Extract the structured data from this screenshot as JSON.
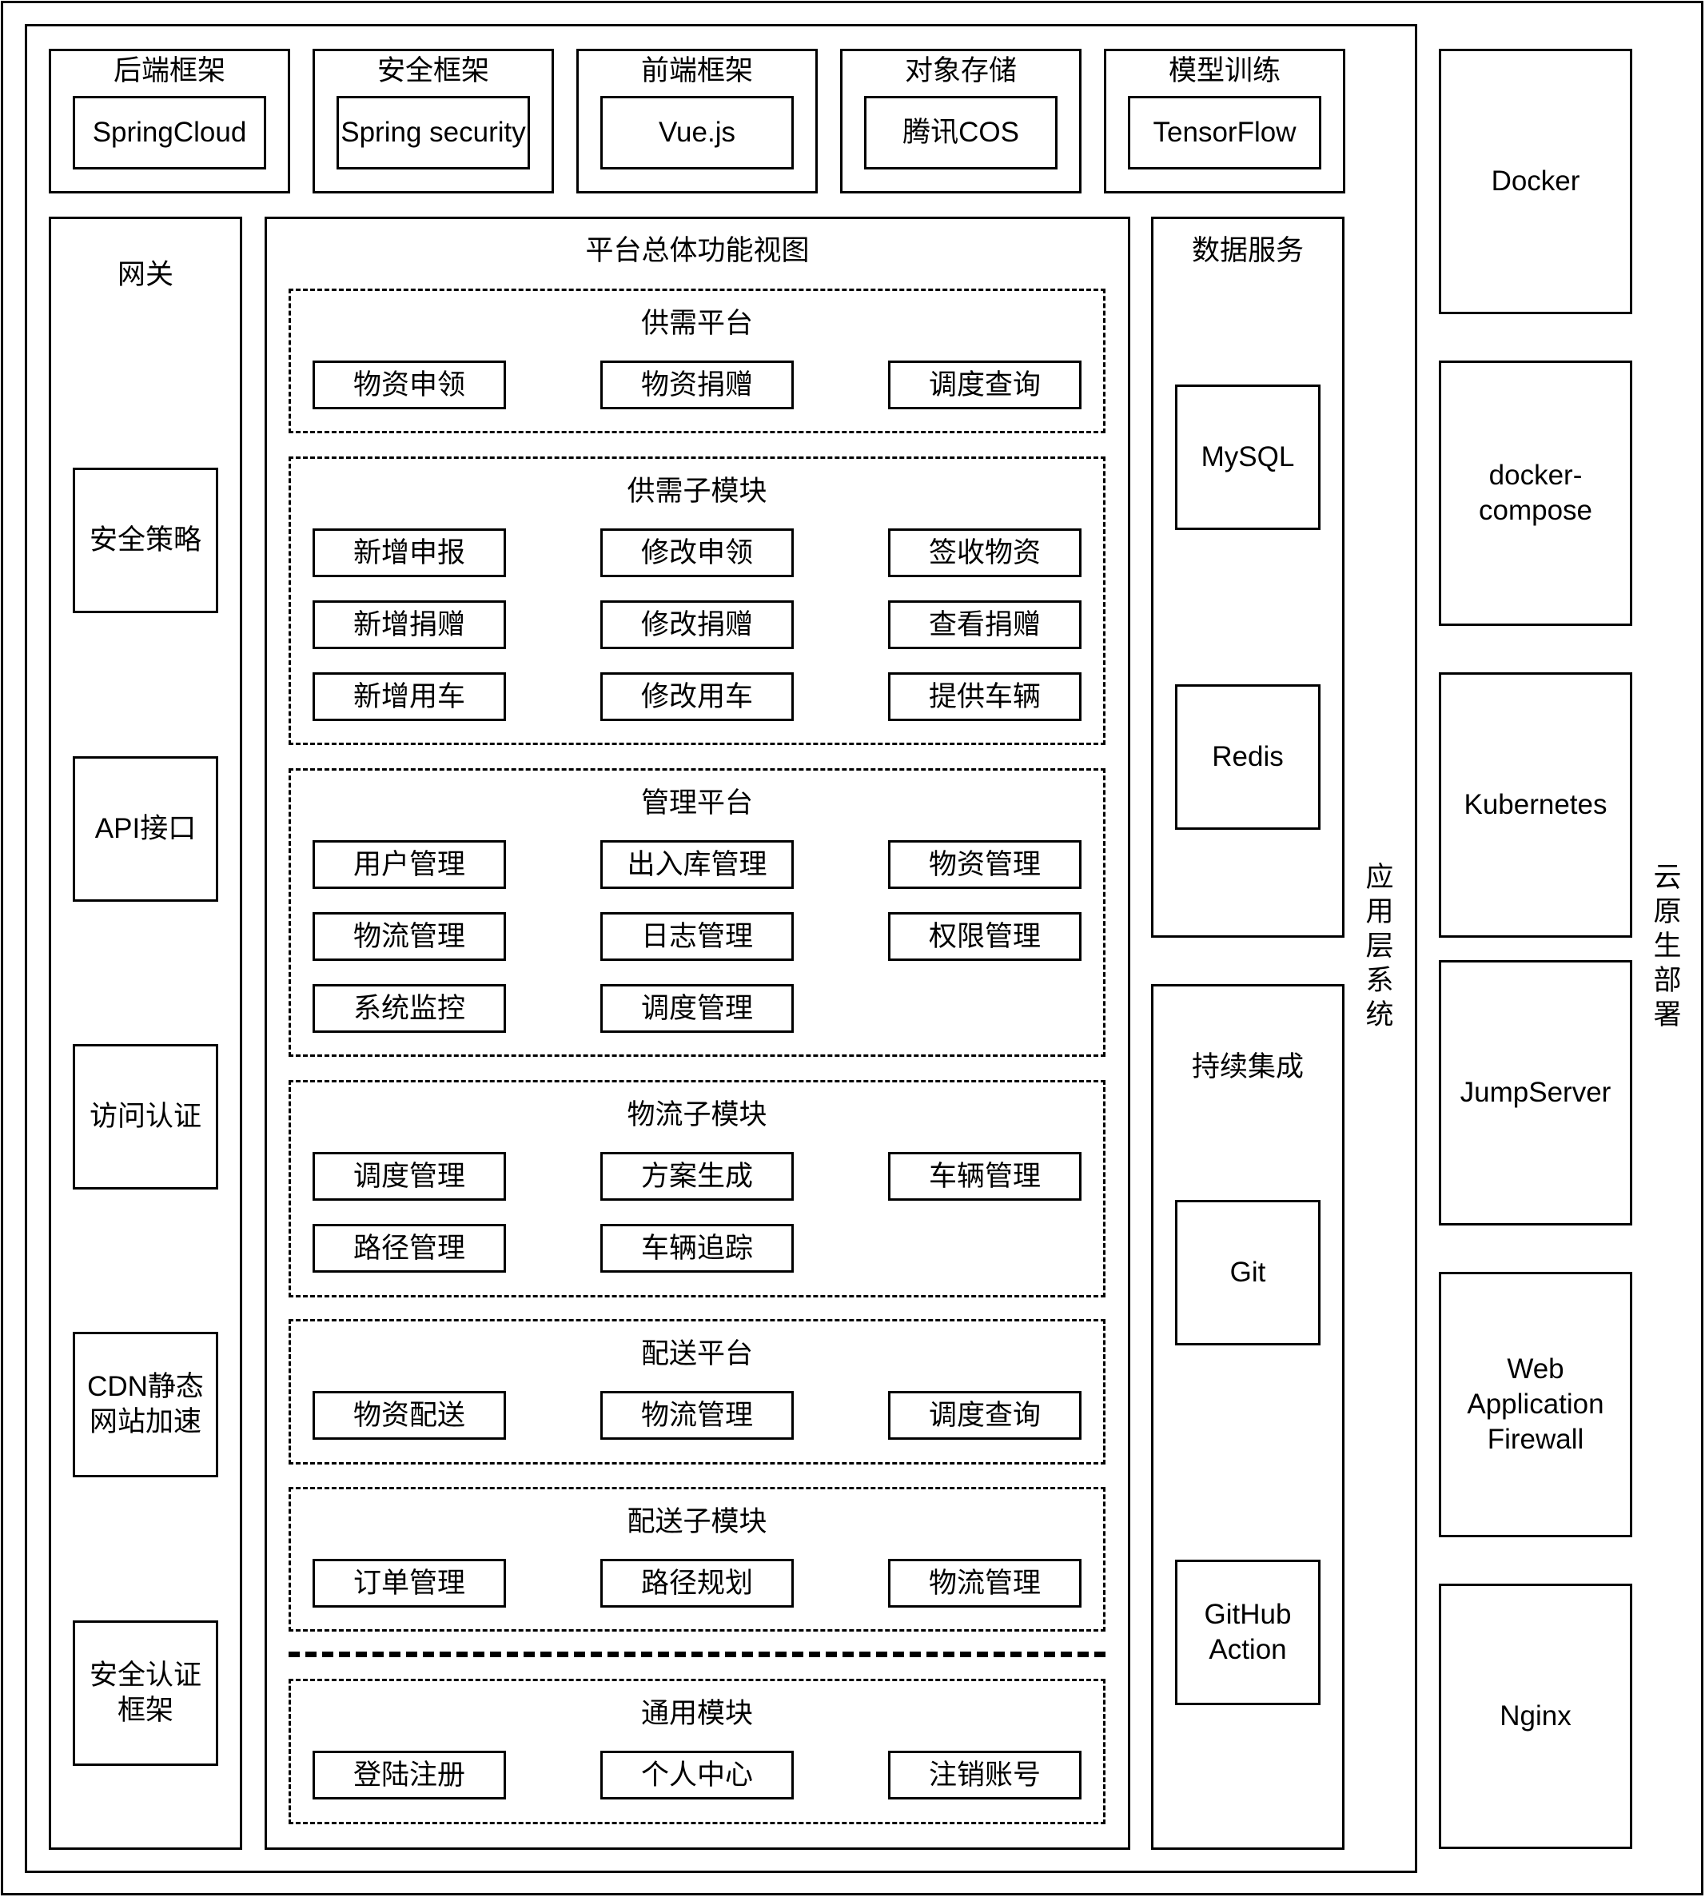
{
  "outer_label": "云原生部署",
  "app_label": "应用层系统",
  "top_frameworks": [
    {
      "title": "后端框架",
      "item": "SpringCloud"
    },
    {
      "title": "安全框架",
      "item": "Spring security"
    },
    {
      "title": "前端框架",
      "item": "Vue.js"
    },
    {
      "title": "对象存储",
      "item": "腾讯COS"
    },
    {
      "title": "模型训练",
      "item": "TensorFlow"
    }
  ],
  "gateway": {
    "title": "网关",
    "items": [
      "安全策略",
      "API接口",
      "访问认证",
      "CDN静态\n网站加速",
      "安全认证\n框架"
    ]
  },
  "platform": {
    "title": "平台总体功能视图",
    "sections": [
      {
        "title": "供需平台",
        "rows": [
          [
            "物资申领",
            "物资捐赠",
            "调度查询"
          ]
        ]
      },
      {
        "title": "供需子模块",
        "rows": [
          [
            "新增申报",
            "修改申领",
            "签收物资"
          ],
          [
            "新增捐赠",
            "修改捐赠",
            "查看捐赠"
          ],
          [
            "新增用车",
            "修改用车",
            "提供车辆"
          ]
        ]
      },
      {
        "title": "管理平台",
        "rows": [
          [
            "用户管理",
            "出入库管理",
            "物资管理"
          ],
          [
            "物流管理",
            "日志管理",
            "权限管理"
          ],
          [
            "系统监控",
            "调度管理"
          ]
        ]
      },
      {
        "title": "物流子模块",
        "rows": [
          [
            "调度管理",
            "方案生成",
            "车辆管理"
          ],
          [
            "路径管理",
            "车辆追踪"
          ]
        ]
      },
      {
        "title": "配送平台",
        "rows": [
          [
            "物资配送",
            "物流管理",
            "调度查询"
          ]
        ]
      },
      {
        "title": "配送子模块",
        "rows": [
          [
            "订单管理",
            "路径规划",
            "物流管理"
          ]
        ]
      },
      {
        "title": "通用模块",
        "rows": [
          [
            "登陆注册",
            "个人中心",
            "注销账号"
          ]
        ]
      }
    ]
  },
  "data_service": {
    "title": "数据服务",
    "items": [
      "MySQL",
      "Redis"
    ]
  },
  "ci": {
    "title": "持续集成",
    "items": [
      "Git",
      "GitHub\nAction"
    ]
  },
  "deploy": [
    "Docker",
    "docker-\ncompose",
    "Kubernetes",
    "JumpServer",
    "Web\nApplication\nFirewall",
    "Nginx"
  ]
}
